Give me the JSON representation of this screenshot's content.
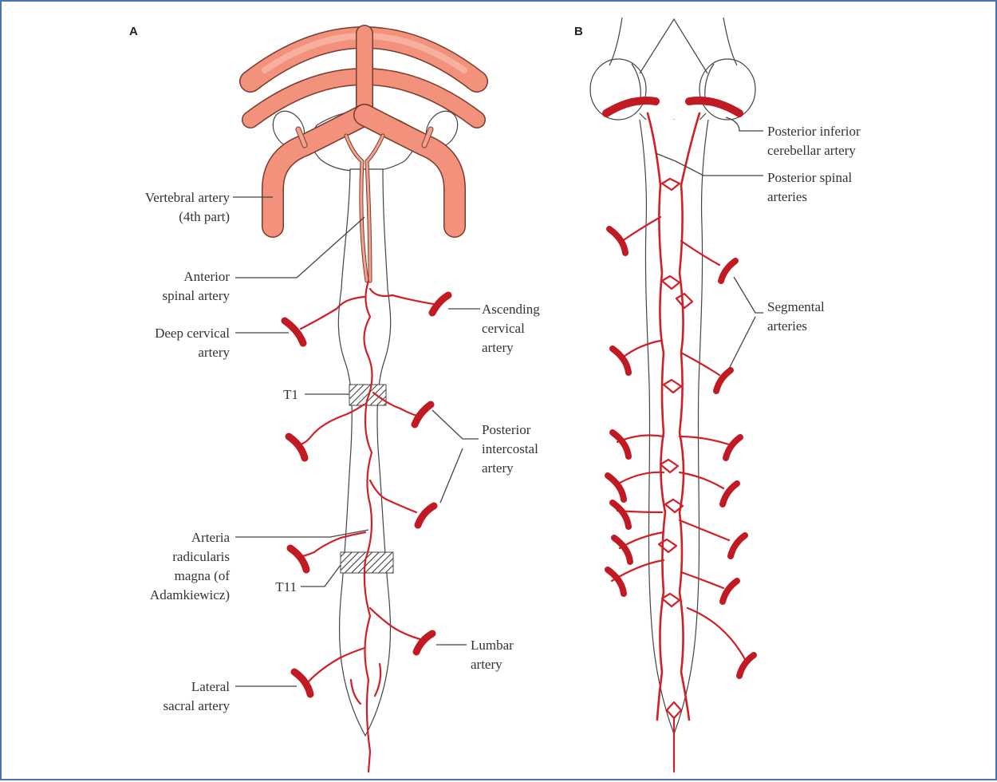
{
  "panels": {
    "a": "A",
    "b": "B"
  },
  "labels_a": {
    "vertebral_1": "Vertebral artery",
    "vertebral_2": "(4th part)",
    "anterior_spinal_1": "Anterior",
    "anterior_spinal_2": "spinal artery",
    "deep_cervical_1": "Deep cervical",
    "deep_cervical_2": "artery",
    "ascending_cervical_1": "Ascending",
    "ascending_cervical_2": "cervical",
    "ascending_cervical_3": "artery",
    "t1": "T1",
    "posterior_intercostal_1": "Posterior",
    "posterior_intercostal_2": "intercostal",
    "posterior_intercostal_3": "artery",
    "adamkiewicz_1": "Arteria",
    "adamkiewicz_2": "radicularis",
    "adamkiewicz_3": "magna (of",
    "adamkiewicz_4": "Adamkiewicz)",
    "t11": "T11",
    "lumbar_1": "Lumbar",
    "lumbar_2": "artery",
    "lateral_sacral_1": "Lateral",
    "lateral_sacral_2": "sacral artery"
  },
  "labels_b": {
    "pica_1": "Posterior inferior",
    "pica_2": "cerebellar artery",
    "posterior_spinal_1": "Posterior spinal",
    "posterior_spinal_2": "arteries",
    "segmental_1": "Segmental",
    "segmental_2": "arteries"
  },
  "colors": {
    "artery_red": "#d11f26",
    "vertebral_fill": "#f2917c",
    "outline": "#444444",
    "frame": "#4a74a9"
  }
}
